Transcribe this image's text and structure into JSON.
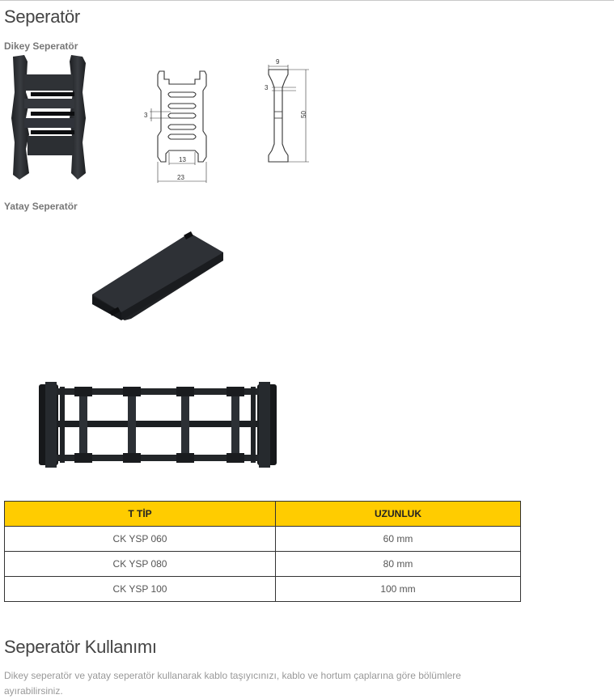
{
  "page": {
    "title": "Seperatör",
    "section_dikey": "Dikey Seperatör",
    "section_yatay": "Yatay Seperatör",
    "usage_title": "Seperatör Kullanımı",
    "usage_text": "Dikey seperatör ve yatay seperatör kullanarak kablo taşıyıcınızı, kablo ve hortum çaplarına göre bölümlere ayırabilirsiniz."
  },
  "drawing": {
    "front_dims": {
      "gap": "3",
      "inner_width": "13",
      "outer_width": "23"
    },
    "side_dims": {
      "top_width": "9",
      "flange": "3",
      "height": "50"
    }
  },
  "table": {
    "headers": [
      "T TİP",
      "UZUNLUK"
    ],
    "rows": [
      [
        "CK YSP 060",
        "60 mm"
      ],
      [
        "CK YSP 080",
        "80 mm"
      ],
      [
        "CK YSP 100",
        "100 mm"
      ]
    ]
  },
  "colors": {
    "header_bg": "#ffcc00",
    "part_dark": "#2b2d30"
  }
}
